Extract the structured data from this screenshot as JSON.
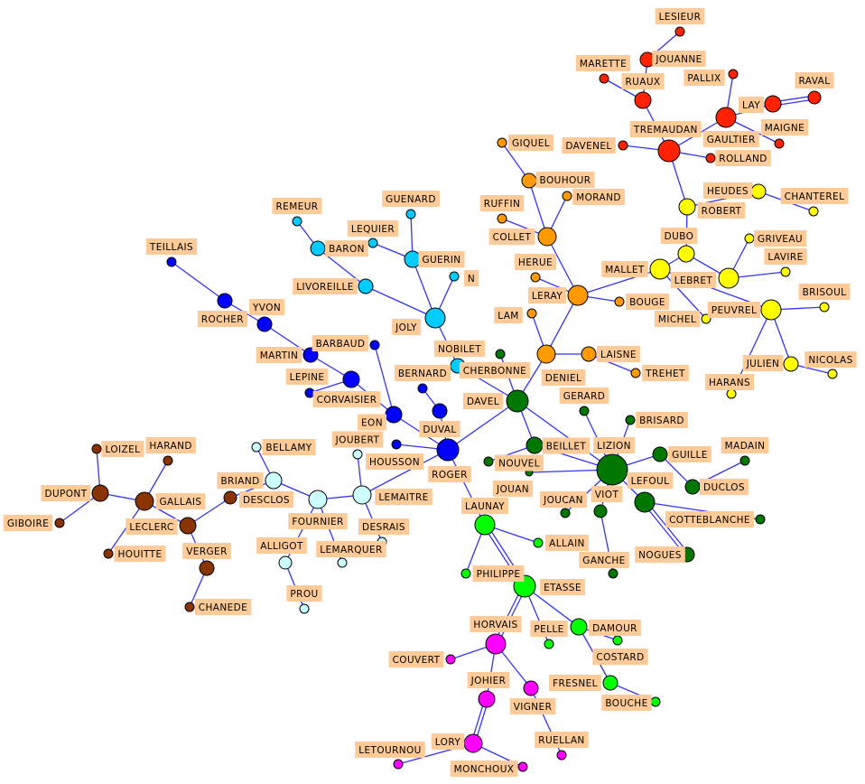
{
  "groups": {
    "red": "#ff2200",
    "yellow": "#ffff00",
    "orange": "#ff9900",
    "cyan": "#00ccff",
    "blue": "#0000ff",
    "lightcyan": "#ccffff",
    "brown": "#883300",
    "darkgreen": "#007700",
    "green": "#00ff00",
    "magenta": "#ff00ff"
  },
  "nodes": [
    {
      "id": "LESIEUR",
      "label": "LESIEUR",
      "group": "red"
    },
    {
      "id": "JOUANNE",
      "label": "JOUANNE",
      "group": "red"
    },
    {
      "id": "MARETTE",
      "label": "MARETTE",
      "group": "red"
    },
    {
      "id": "RUAUX",
      "label": "RUAUX",
      "group": "red"
    },
    {
      "id": "PALLIX",
      "label": "PALLIX",
      "group": "red"
    },
    {
      "id": "RAVAL",
      "label": "RAVAL",
      "group": "red"
    },
    {
      "id": "LAY",
      "label": "LAY",
      "group": "red"
    },
    {
      "id": "GAULTIER",
      "label": "GAULTIER",
      "group": "red"
    },
    {
      "id": "MAIGNE",
      "label": "MAIGNE",
      "group": "red"
    },
    {
      "id": "TREMAUDAN",
      "label": "TREMAUDAN",
      "group": "red"
    },
    {
      "id": "DAVENEL",
      "label": "DAVENEL",
      "group": "red"
    },
    {
      "id": "ROLLAND",
      "label": "ROLLAND",
      "group": "red"
    },
    {
      "id": "ROBERT",
      "label": "ROBERT",
      "group": "yellow"
    },
    {
      "id": "HEUDES",
      "label": "HEUDES",
      "group": "yellow"
    },
    {
      "id": "CHANTEREL",
      "label": "CHANTEREL",
      "group": "yellow"
    },
    {
      "id": "DUBO",
      "label": "DUBO",
      "group": "yellow"
    },
    {
      "id": "GRIVEAU",
      "label": "GRIVEAU",
      "group": "yellow"
    },
    {
      "id": "MALLET",
      "label": "MALLET",
      "group": "yellow"
    },
    {
      "id": "LEBRET",
      "label": "LEBRET",
      "group": "yellow"
    },
    {
      "id": "LAVIRE",
      "label": "LAVIRE",
      "group": "yellow"
    },
    {
      "id": "MICHEL",
      "label": "MICHEL",
      "group": "yellow"
    },
    {
      "id": "PEUVREL",
      "label": "PEUVREL",
      "group": "yellow"
    },
    {
      "id": "BRISOUL",
      "label": "BRISOUL",
      "group": "yellow"
    },
    {
      "id": "JULIEN",
      "label": "JULIEN",
      "group": "yellow"
    },
    {
      "id": "NICOLAS",
      "label": "NICOLAS",
      "group": "yellow"
    },
    {
      "id": "HARANS",
      "label": "HARANS",
      "group": "yellow"
    },
    {
      "id": "GIQUEL",
      "label": "GIQUEL",
      "group": "orange"
    },
    {
      "id": "BOUHOUR",
      "label": "BOUHOUR",
      "group": "orange"
    },
    {
      "id": "MORAND",
      "label": "MORAND",
      "group": "orange"
    },
    {
      "id": "RUFFIN",
      "label": "RUFFIN",
      "group": "orange"
    },
    {
      "id": "COLLET",
      "label": "COLLET",
      "group": "orange"
    },
    {
      "id": "HERUE",
      "label": "HERUE",
      "group": "orange"
    },
    {
      "id": "LERAY",
      "label": "LERAY",
      "group": "orange"
    },
    {
      "id": "LAM",
      "label": "LAM",
      "group": "orange"
    },
    {
      "id": "BOUGE",
      "label": "BOUGE",
      "group": "orange"
    },
    {
      "id": "DENIEL",
      "label": "DENIEL",
      "group": "orange"
    },
    {
      "id": "LAISNE",
      "label": "LAISNE",
      "group": "orange"
    },
    {
      "id": "TREHET",
      "label": "TREHET",
      "group": "orange"
    },
    {
      "id": "REMEUR",
      "label": "REMEUR",
      "group": "cyan"
    },
    {
      "id": "GUENARD",
      "label": "GUENARD",
      "group": "cyan"
    },
    {
      "id": "LEQUIER",
      "label": "LEQUIER",
      "group": "cyan"
    },
    {
      "id": "BARON",
      "label": "BARON",
      "group": "cyan"
    },
    {
      "id": "N",
      "label": "N",
      "group": "cyan"
    },
    {
      "id": "GUERIN",
      "label": "GUERIN",
      "group": "cyan"
    },
    {
      "id": "LIVOREILLE",
      "label": "LIVOREILLE",
      "group": "cyan"
    },
    {
      "id": "JOLY",
      "label": "JOLY",
      "group": "cyan"
    },
    {
      "id": "NOBILET",
      "label": "NOBILET",
      "group": "cyan"
    },
    {
      "id": "TEILLAIS",
      "label": "TEILLAIS",
      "group": "blue"
    },
    {
      "id": "ROCHER",
      "label": "ROCHER",
      "group": "blue"
    },
    {
      "id": "YVON",
      "label": "YVON",
      "group": "blue"
    },
    {
      "id": "MARTIN",
      "label": "MARTIN",
      "group": "blue"
    },
    {
      "id": "BARBAUD",
      "label": "BARBAUD",
      "group": "blue"
    },
    {
      "id": "LEPINE",
      "label": "LEPINE",
      "group": "blue"
    },
    {
      "id": "CORVAISIER",
      "label": "CORVAISIER",
      "group": "blue"
    },
    {
      "id": "EON",
      "label": "EON",
      "group": "blue"
    },
    {
      "id": "BERNARD",
      "label": "BERNARD",
      "group": "blue"
    },
    {
      "id": "DUVAL",
      "label": "DUVAL",
      "group": "blue"
    },
    {
      "id": "HOUSSON",
      "label": "HOUSSON",
      "group": "blue"
    },
    {
      "id": "ROGER",
      "label": "ROGER",
      "group": "blue"
    },
    {
      "id": "BELLAMY",
      "label": "BELLAMY",
      "group": "lightcyan"
    },
    {
      "id": "JOUBERT",
      "label": "JOUBERT",
      "group": "lightcyan"
    },
    {
      "id": "BRIAND",
      "label": "BRIAND",
      "group": "lightcyan"
    },
    {
      "id": "FOURNIER",
      "label": "FOURNIER",
      "group": "lightcyan"
    },
    {
      "id": "LEMAITRE",
      "label": "LEMAITRE",
      "group": "lightcyan"
    },
    {
      "id": "DESRAIS",
      "label": "DESRAIS",
      "group": "lightcyan"
    },
    {
      "id": "ALLIGOT",
      "label": "ALLIGOT",
      "group": "lightcyan"
    },
    {
      "id": "LEMARQUER",
      "label": "LEMARQUER",
      "group": "lightcyan"
    },
    {
      "id": "PROU",
      "label": "PROU",
      "group": "lightcyan"
    },
    {
      "id": "LOIZEL",
      "label": "LOIZEL",
      "group": "brown"
    },
    {
      "id": "HARAND",
      "label": "HARAND",
      "group": "brown"
    },
    {
      "id": "DUPONT",
      "label": "DUPONT",
      "group": "brown"
    },
    {
      "id": "GALLAIS",
      "label": "GALLAIS",
      "group": "brown"
    },
    {
      "id": "GIBOIRE",
      "label": "GIBOIRE",
      "group": "brown"
    },
    {
      "id": "LECLERC",
      "label": "LECLERC",
      "group": "brown"
    },
    {
      "id": "DESCLOS",
      "label": "DESCLOS",
      "group": "brown"
    },
    {
      "id": "HOUITTE",
      "label": "HOUITTE",
      "group": "brown"
    },
    {
      "id": "VERGER",
      "label": "VERGER",
      "group": "brown"
    },
    {
      "id": "CHANEDE",
      "label": "CHANEDE",
      "group": "brown"
    },
    {
      "id": "CHERBONNE",
      "label": "CHERBONNE",
      "group": "darkgreen"
    },
    {
      "id": "DAVEL",
      "label": "DAVEL",
      "group": "darkgreen"
    },
    {
      "id": "GERARD",
      "label": "GERARD",
      "group": "darkgreen"
    },
    {
      "id": "BRISARD",
      "label": "BRISARD",
      "group": "darkgreen"
    },
    {
      "id": "BEILLET",
      "label": "BEILLET",
      "group": "darkgreen"
    },
    {
      "id": "NOUVEL",
      "label": "NOUVEL",
      "group": "darkgreen"
    },
    {
      "id": "JOUAN",
      "label": "JOUAN",
      "group": "darkgreen"
    },
    {
      "id": "LIZION",
      "label": "LIZION",
      "group": "darkgreen"
    },
    {
      "id": "GUILLE",
      "label": "GUILLE",
      "group": "darkgreen"
    },
    {
      "id": "MADAIN",
      "label": "MADAIN",
      "group": "darkgreen"
    },
    {
      "id": "DUCLOS",
      "label": "DUCLOS",
      "group": "darkgreen"
    },
    {
      "id": "JOUCAN",
      "label": "JOUCAN",
      "group": "darkgreen"
    },
    {
      "id": "VIOT",
      "label": "VIOT",
      "group": "darkgreen"
    },
    {
      "id": "LEFOUL",
      "label": "LEFOUL",
      "group": "darkgreen"
    },
    {
      "id": "COTTEBLANCHE",
      "label": "COTTEBLANCHE",
      "group": "darkgreen"
    },
    {
      "id": "NOGUES",
      "label": "NOGUES",
      "group": "darkgreen"
    },
    {
      "id": "GANCHE",
      "label": "GANCHE",
      "group": "darkgreen"
    },
    {
      "id": "LAUNAY",
      "label": "LAUNAY",
      "group": "green"
    },
    {
      "id": "ALLAIN",
      "label": "ALLAIN",
      "group": "green"
    },
    {
      "id": "PHILIPPE",
      "label": "PHILIPPE",
      "group": "green"
    },
    {
      "id": "ETASSE",
      "label": "ETASSE",
      "group": "green"
    },
    {
      "id": "PELLE",
      "label": "PELLE",
      "group": "green"
    },
    {
      "id": "DAMOUR",
      "label": "DAMOUR",
      "group": "green"
    },
    {
      "id": "COSTARD",
      "label": "COSTARD",
      "group": "green"
    },
    {
      "id": "FRESNEL",
      "label": "FRESNEL",
      "group": "green"
    },
    {
      "id": "BOUCHE",
      "label": "BOUCHE",
      "group": "green"
    },
    {
      "id": "HORVAIS",
      "label": "HORVAIS",
      "group": "magenta"
    },
    {
      "id": "COUVERT",
      "label": "COUVERT",
      "group": "magenta"
    },
    {
      "id": "JOHIER",
      "label": "JOHIER",
      "group": "magenta"
    },
    {
      "id": "VIGNER",
      "label": "VIGNER",
      "group": "magenta"
    },
    {
      "id": "LORY",
      "label": "LORY",
      "group": "magenta"
    },
    {
      "id": "LETOURNOU",
      "label": "LETOURNOU",
      "group": "magenta"
    },
    {
      "id": "MONCHOUX",
      "label": "MONCHOUX",
      "group": "magenta"
    },
    {
      "id": "RUELLAN",
      "label": "RUELLAN",
      "group": "magenta"
    }
  ],
  "edges": [
    [
      "LESIEUR",
      "JOUANNE"
    ],
    [
      "JOUANNE",
      "RUAUX"
    ],
    [
      "MARETTE",
      "RUAUX"
    ],
    [
      "RUAUX",
      "TREMAUDAN"
    ],
    [
      "DAVENEL",
      "TREMAUDAN"
    ],
    [
      "TREMAUDAN",
      "ROLLAND"
    ],
    [
      "TREMAUDAN",
      "GAULTIER"
    ],
    [
      "GAULTIER",
      "PALLIX"
    ],
    [
      "GAULTIER",
      "LAY"
    ],
    [
      "LAY",
      "RAVAL",
      true
    ],
    [
      "GAULTIER",
      "MAIGNE"
    ],
    [
      "TREMAUDAN",
      "ROBERT"
    ],
    [
      "ROBERT",
      "HEUDES"
    ],
    [
      "HEUDES",
      "CHANTEREL"
    ],
    [
      "ROBERT",
      "DUBO"
    ],
    [
      "DUBO",
      "MALLET"
    ],
    [
      "DUBO",
      "LEBRET"
    ],
    [
      "LEBRET",
      "GRIVEAU"
    ],
    [
      "LEBRET",
      "LAVIRE"
    ],
    [
      "MALLET",
      "MICHEL"
    ],
    [
      "MALLET",
      "PEUVREL"
    ],
    [
      "PEUVREL",
      "BRISOUL"
    ],
    [
      "PEUVREL",
      "JULIEN"
    ],
    [
      "PEUVREL",
      "HARANS"
    ],
    [
      "JULIEN",
      "NICOLAS"
    ],
    [
      "MALLET",
      "LERAY"
    ],
    [
      "GIQUEL",
      "BOUHOUR"
    ],
    [
      "BOUHOUR",
      "COLLET"
    ],
    [
      "MORAND",
      "COLLET"
    ],
    [
      "RUFFIN",
      "COLLET"
    ],
    [
      "COLLET",
      "LERAY"
    ],
    [
      "HERUE",
      "LERAY"
    ],
    [
      "LERAY",
      "BOUGE"
    ],
    [
      "LERAY",
      "DENIEL"
    ],
    [
      "LAM",
      "DENIEL"
    ],
    [
      "DENIEL",
      "LAISNE"
    ],
    [
      "LAISNE",
      "TREHET"
    ],
    [
      "DENIEL",
      "DAVEL"
    ],
    [
      "REMEUR",
      "BARON"
    ],
    [
      "BARON",
      "LIVOREILLE"
    ],
    [
      "LIVOREILLE",
      "JOLY"
    ],
    [
      "GUENARD",
      "GUERIN"
    ],
    [
      "LEQUIER",
      "GUERIN"
    ],
    [
      "GUERIN",
      "JOLY"
    ],
    [
      "N",
      "JOLY"
    ],
    [
      "JOLY",
      "NOBILET"
    ],
    [
      "NOBILET",
      "DAVEL"
    ],
    [
      "TEILLAIS",
      "ROCHER"
    ],
    [
      "ROCHER",
      "YVON"
    ],
    [
      "YVON",
      "MARTIN"
    ],
    [
      "MARTIN",
      "CORVAISIER"
    ],
    [
      "LEPINE",
      "CORVAISIER"
    ],
    [
      "CORVAISIER",
      "EON"
    ],
    [
      "BARBAUD",
      "EON"
    ],
    [
      "EON",
      "ROGER"
    ],
    [
      "BERNARD",
      "DUVAL"
    ],
    [
      "DUVAL",
      "ROGER"
    ],
    [
      "HOUSSON",
      "ROGER"
    ],
    [
      "ROGER",
      "LEMAITRE"
    ],
    [
      "ROGER",
      "DAVEL"
    ],
    [
      "ROGER",
      "LAUNAY"
    ],
    [
      "BELLAMY",
      "BRIAND"
    ],
    [
      "BRIAND",
      "FOURNIER"
    ],
    [
      "FOURNIER",
      "LEMAITRE"
    ],
    [
      "JOUBERT",
      "LEMAITRE"
    ],
    [
      "LEMAITRE",
      "DESRAIS"
    ],
    [
      "FOURNIER",
      "ALLIGOT"
    ],
    [
      "FOURNIER",
      "LEMARQUER"
    ],
    [
      "ALLIGOT",
      "PROU"
    ],
    [
      "BRIAND",
      "DESCLOS"
    ],
    [
      "LOIZEL",
      "DUPONT"
    ],
    [
      "DUPONT",
      "GALLAIS"
    ],
    [
      "DUPONT",
      "GIBOIRE"
    ],
    [
      "HARAND",
      "GALLAIS"
    ],
    [
      "GALLAIS",
      "HOUITTE"
    ],
    [
      "GALLAIS",
      "LECLERC"
    ],
    [
      "LECLERC",
      "DESCLOS"
    ],
    [
      "LECLERC",
      "VERGER"
    ],
    [
      "VERGER",
      "CHANEDE"
    ],
    [
      "CHERBONNE",
      "DAVEL"
    ],
    [
      "DAVEL",
      "BEILLET"
    ],
    [
      "DAVEL",
      "LIZION"
    ],
    [
      "GERARD",
      "LIZION"
    ],
    [
      "BRISARD",
      "LIZION"
    ],
    [
      "BEILLET",
      "LIZION"
    ],
    [
      "BEILLET",
      "NOUVEL"
    ],
    [
      "JOUAN",
      "LIZION"
    ],
    [
      "LIZION",
      "GUILLE"
    ],
    [
      "GUILLE",
      "DUCLOS"
    ],
    [
      "DUCLOS",
      "MADAIN"
    ],
    [
      "JOUCAN",
      "LIZION"
    ],
    [
      "VIOT",
      "LIZION"
    ],
    [
      "VIOT",
      "GANCHE"
    ],
    [
      "LIZION",
      "LEFOUL"
    ],
    [
      "LEFOUL",
      "COTTEBLANCHE"
    ],
    [
      "LEFOUL",
      "NOGUES",
      true
    ],
    [
      "LAUNAY",
      "ALLAIN"
    ],
    [
      "LAUNAY",
      "PHILIPPE"
    ],
    [
      "LAUNAY",
      "ETASSE",
      true
    ],
    [
      "ETASSE",
      "HORVAIS",
      true
    ],
    [
      "ETASSE",
      "PELLE"
    ],
    [
      "ETASSE",
      "DAMOUR"
    ],
    [
      "DAMOUR",
      "COSTARD"
    ],
    [
      "DAMOUR",
      "FRESNEL"
    ],
    [
      "FRESNEL",
      "BOUCHE"
    ],
    [
      "HORVAIS",
      "COUVERT"
    ],
    [
      "HORVAIS",
      "JOHIER"
    ],
    [
      "HORVAIS",
      "VIGNER"
    ],
    [
      "VIGNER",
      "RUELLAN"
    ],
    [
      "JOHIER",
      "LORY",
      true
    ],
    [
      "LORY",
      "LETOURNOU"
    ],
    [
      "LORY",
      "MONCHOUX"
    ]
  ]
}
